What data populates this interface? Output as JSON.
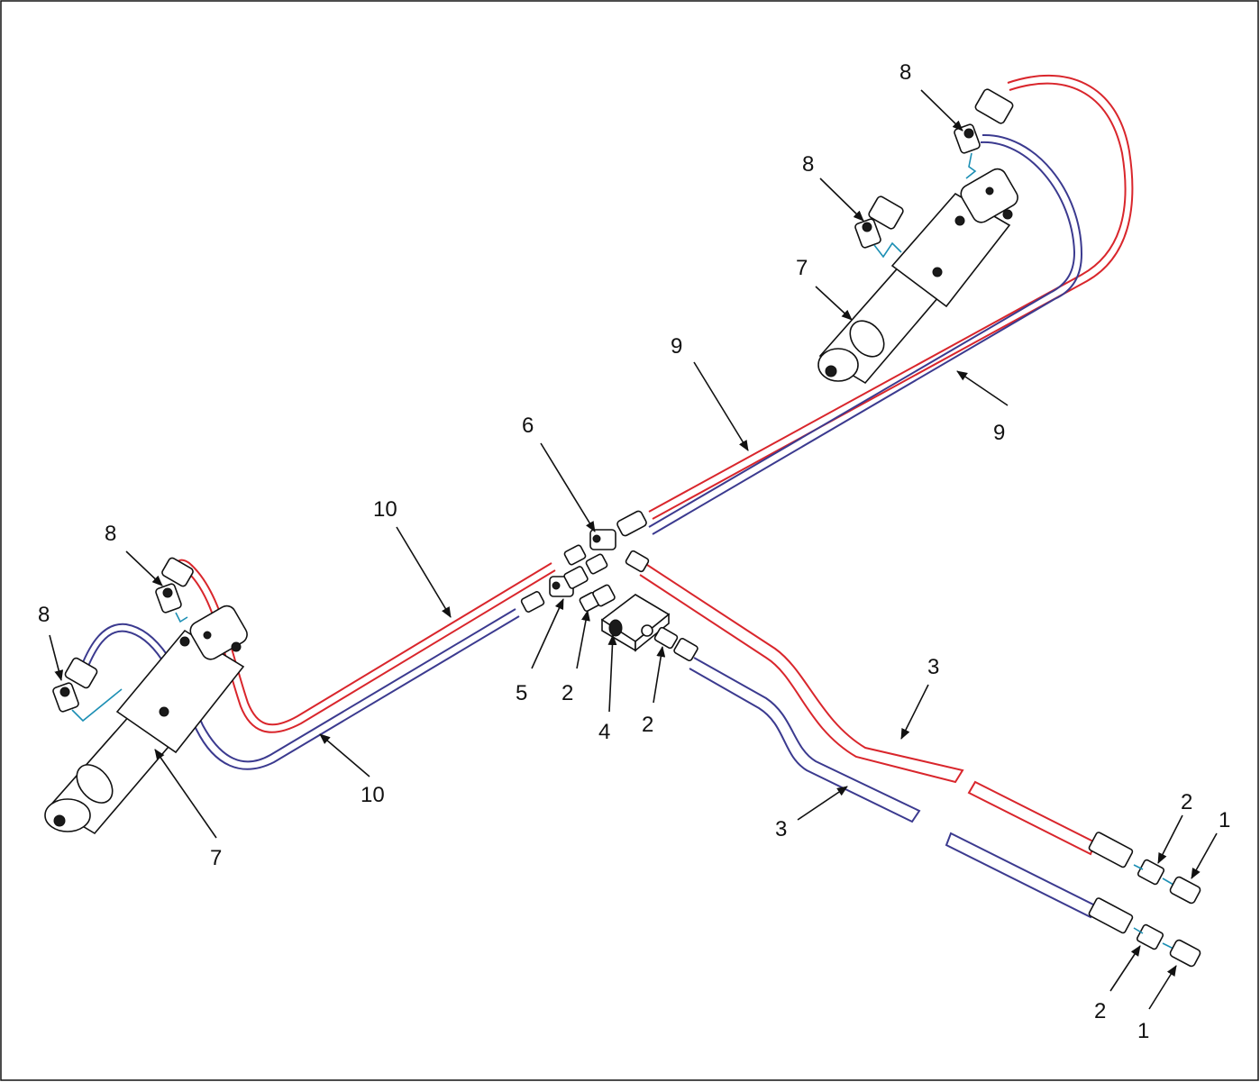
{
  "diagram": {
    "callouts": {
      "c1a": "1",
      "c1b": "1",
      "c2a": "2",
      "c2b": "2",
      "c2c": "2",
      "c2d": "2",
      "c3a": "3",
      "c3b": "3",
      "c4": "4",
      "c5": "5",
      "c6": "6",
      "c7a": "7",
      "c7b": "7",
      "c8a": "8",
      "c8b": "8",
      "c8c": "8",
      "c8d": "8",
      "c9a": "9",
      "c9b": "9",
      "c10a": "10",
      "c10b": "10"
    },
    "colors": {
      "hose_pressure": "#d9262c",
      "hose_return": "#3b3a8f",
      "fitting_line": "#1c8fb4",
      "outline": "#111111"
    }
  }
}
